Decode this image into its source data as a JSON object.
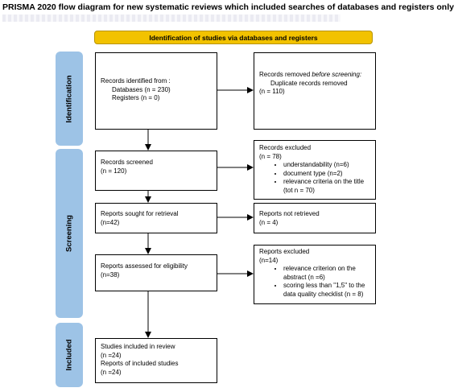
{
  "title": "PRISMA 2020 flow diagram for new systematic reviews which included searches of databases and registers only",
  "banner": "Identification of studies via databases and registers",
  "stages": {
    "identification": "Identification",
    "screening": "Screening",
    "included": "Included"
  },
  "boxes": {
    "identified": {
      "heading": "Records identified from :",
      "databases": "Databases (n = 230)",
      "registers": "Registers (n = 0)"
    },
    "removed": {
      "heading_pre": "Records removed ",
      "heading_em": "before screening",
      "heading_post": ":",
      "line": "Duplicate records removed",
      "count": "(n = 110)"
    },
    "screened": {
      "heading": "Records screened",
      "count": "(n = 120)"
    },
    "excluded_records": {
      "heading": "Records excluded",
      "count": "(n = 78)",
      "items": [
        "understandability (n=6)",
        "document type (n=2)",
        "relevance criteria on the title (tot n = 70)"
      ]
    },
    "sought": {
      "heading": "Reports sought for retrieval",
      "count": "(n=42)"
    },
    "not_retrieved": {
      "heading": "Reports not retrieved",
      "count": "(n = 4)"
    },
    "assessed": {
      "heading": "Reports assessed for eligibility",
      "count": "(n=38)"
    },
    "excluded_reports": {
      "heading": "Reports excluded",
      "count": "(n=14)",
      "items": [
        "relevance criterion on the abstract (n =6)",
        "scoring less than \"1,5\" to the data quality checklist (n = 8)"
      ]
    },
    "included": {
      "line1": "Studies included in review",
      "line2": "(n =24)",
      "line3": "Reports of included studies",
      "line4": "(n =24)"
    }
  },
  "colors": {
    "banner": "#f2c200",
    "stage": "#9dc3e6",
    "border": "#000000"
  }
}
